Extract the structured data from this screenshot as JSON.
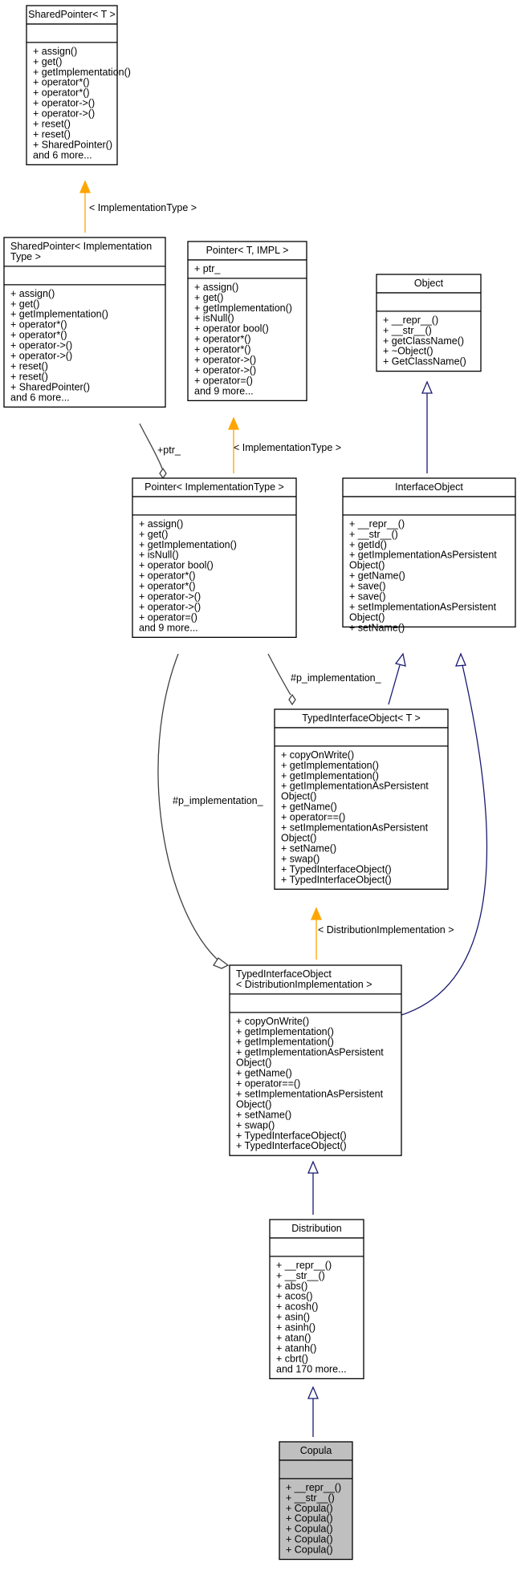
{
  "classes": [
    {
      "id": "sp_t",
      "title": [
        "SharedPointer< T >"
      ],
      "attributes": [],
      "methods": [
        "+ assign()",
        "+ get()",
        "+ getImplementation()",
        "+ operator*()",
        "+ operator*()",
        "+ operator->()",
        "+ operator->()",
        "+ reset()",
        "+ reset()",
        "+ SharedPointer()",
        "and 6 more..."
      ]
    },
    {
      "id": "sp_impl",
      "title": [
        "SharedPointer< Implementation",
        "Type >"
      ],
      "attributes": [],
      "methods": [
        "+ assign()",
        "+ get()",
        "+ getImplementation()",
        "+ operator*()",
        "+ operator*()",
        "+ operator->()",
        "+ operator->()",
        "+ reset()",
        "+ reset()",
        "+ SharedPointer()",
        "and 6 more..."
      ]
    },
    {
      "id": "ptr_t_impl",
      "title": [
        "Pointer< T, IMPL >"
      ],
      "attributes": [
        "+ ptr_"
      ],
      "methods": [
        "+ assign()",
        "+ get()",
        "+ getImplementation()",
        "+ isNull()",
        "+ operator bool()",
        "+ operator*()",
        "+ operator*()",
        "+ operator->()",
        "+ operator->()",
        "+ operator=()",
        "and 9 more..."
      ]
    },
    {
      "id": "object",
      "title": [
        "Object"
      ],
      "attributes": [],
      "methods": [
        "+ __repr__()",
        "+ __str__()",
        "+ getClassName()",
        "+ ~Object()",
        "+ GetClassName()"
      ]
    },
    {
      "id": "ptr_impl",
      "title": [
        "Pointer< ImplementationType >"
      ],
      "attributes": [],
      "methods": [
        "+ assign()",
        "+ get()",
        "+ getImplementation()",
        "+ isNull()",
        "+ operator bool()",
        "+ operator*()",
        "+ operator*()",
        "+ operator->()",
        "+ operator->()",
        "+ operator=()",
        "and 9 more..."
      ]
    },
    {
      "id": "iface",
      "title": [
        "InterfaceObject"
      ],
      "attributes": [],
      "methods": [
        "+ __repr__()",
        "+ __str__()",
        "+ getId()",
        "+ getImplementationAsPersistent",
        "Object()",
        "+ getName()",
        "+ save()",
        "+ save()",
        "+ setImplementationAsPersistent",
        "Object()",
        "+ setName()"
      ]
    },
    {
      "id": "tio_t",
      "title": [
        "TypedInterfaceObject< T >"
      ],
      "attributes": [],
      "methods": [
        "+ copyOnWrite()",
        "+ getImplementation()",
        "+ getImplementation()",
        "+ getImplementationAsPersistent",
        "Object()",
        "+ getName()",
        "+ operator==()",
        "+ setImplementationAsPersistent",
        "Object()",
        "+ setName()",
        "+ swap()",
        "+ TypedInterfaceObject()",
        "+ TypedInterfaceObject()"
      ]
    },
    {
      "id": "tio_dist",
      "title": [
        "TypedInterfaceObject",
        "< DistributionImplementation >"
      ],
      "attributes": [],
      "methods": [
        "+ copyOnWrite()",
        "+ getImplementation()",
        "+ getImplementation()",
        "+ getImplementationAsPersistent",
        "Object()",
        "+ getName()",
        "+ operator==()",
        "+ setImplementationAsPersistent",
        "Object()",
        "+ setName()",
        "+ swap()",
        "+ TypedInterfaceObject()",
        "+ TypedInterfaceObject()"
      ]
    },
    {
      "id": "distribution",
      "title": [
        "Distribution"
      ],
      "attributes": [],
      "methods": [
        "+ __repr__()",
        "+ __str__()",
        "+ abs()",
        "+ acos()",
        "+ acosh()",
        "+ asin()",
        "+ asinh()",
        "+ atan()",
        "+ atanh()",
        "+ cbrt()",
        "and 170 more..."
      ]
    },
    {
      "id": "copula",
      "title": [
        "Copula"
      ],
      "attributes": [],
      "methods": [
        "+ __repr__()",
        "+ __str__()",
        "+ Copula()",
        "+ Copula()",
        "+ Copula()",
        "+ Copula()",
        "+ Copula()"
      ]
    }
  ],
  "edge_labels": {
    "sp_template": "< ImplementationType >",
    "ptr_template": "< ImplementationType >",
    "ptr_member": "+ptr_",
    "p_impl_1": "#p_implementation_",
    "p_impl_2": "#p_implementation_",
    "tio_template": "< DistributionImplementation >"
  },
  "colors": {
    "inheritance": "#191970",
    "template_instantiation": "#ffa500",
    "aggregation": "#404040",
    "highlighted_class": "#bfbfbf"
  }
}
